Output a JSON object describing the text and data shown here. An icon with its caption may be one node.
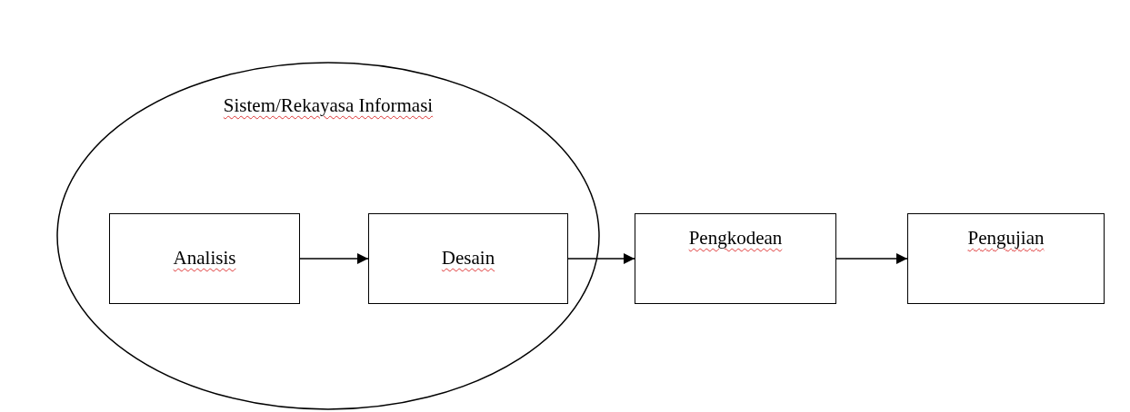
{
  "diagram": {
    "nodes": [
      {
        "text": [
          "Sistem/Rekayasa Informasi"
        ]
      },
      {
        "text": [
          "Analisis"
        ],
        "in": 0
      },
      {
        "text": [
          "Desain"
        ],
        "in": 0
      },
      {
        "text": [
          "Pengkodean"
        ]
      },
      {
        "text": [
          "Pengujian"
        ]
      }
    ],
    "edges": [
      {
        "from": 1,
        "to": 2,
        "arrow": "to"
      },
      {
        "from": 2,
        "to": 3,
        "arrow": "to"
      },
      {
        "from": 3,
        "to": 4,
        "arrow": "to"
      }
    ]
  }
}
